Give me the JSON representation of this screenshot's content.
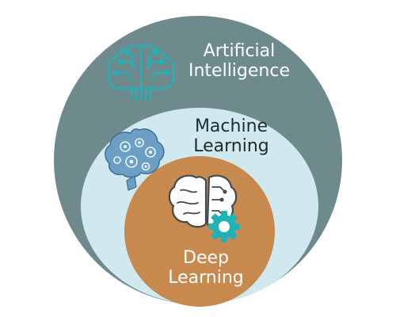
{
  "diagram": {
    "circles": [
      {
        "id": "artificial-intelligence",
        "lines": [
          "Artificial",
          "Intelligence"
        ],
        "fill": "#6f8a8d",
        "text_color": "#ffffff",
        "icon": "circuit-brain-icon"
      },
      {
        "id": "machine-learning",
        "lines": [
          "Machine",
          "Learning"
        ],
        "fill": "#cfe9ef",
        "text_color": "#1f2b2e",
        "icon": "gear-brain-icon"
      },
      {
        "id": "deep-learning",
        "lines": [
          "Deep",
          "Learning"
        ],
        "fill": "#c8894f",
        "text_color": "#ffffff",
        "icon": "brain-gear-icon"
      }
    ],
    "accent": "#1fb3b8"
  }
}
